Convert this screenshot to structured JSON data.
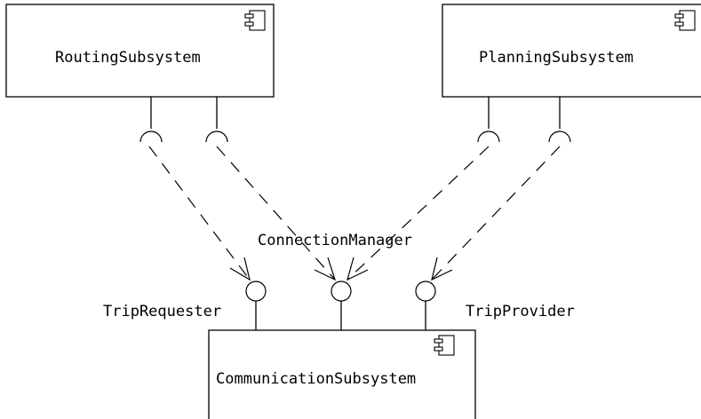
{
  "components": {
    "routing": {
      "name": "RoutingSubsystem"
    },
    "planning": {
      "name": "PlanningSubsystem"
    },
    "communication": {
      "name": "CommunicationSubsystem"
    }
  },
  "interfaces": {
    "trip_requester": {
      "name": "TripRequester"
    },
    "connection_manager": {
      "name": "ConnectionManager"
    },
    "trip_provider": {
      "name": "TripProvider"
    }
  },
  "colors": {
    "stroke": "#000000",
    "background": "#ffffff"
  }
}
